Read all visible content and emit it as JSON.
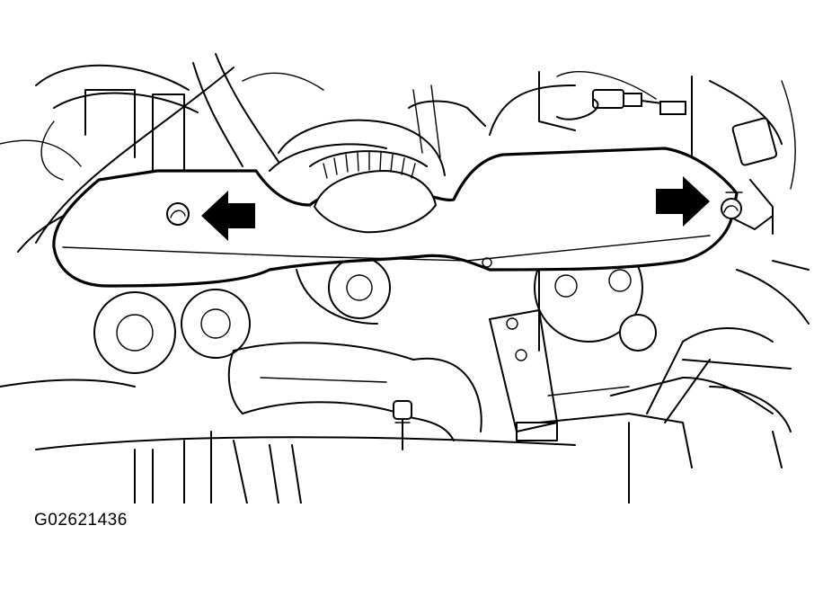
{
  "figure": {
    "code": "G02621436",
    "colors": {
      "line": "#000000",
      "background": "#ffffff"
    },
    "arrows": [
      {
        "name": "left-arrow-icon",
        "direction": "left"
      },
      {
        "name": "right-arrow-icon",
        "direction": "right"
      }
    ]
  }
}
